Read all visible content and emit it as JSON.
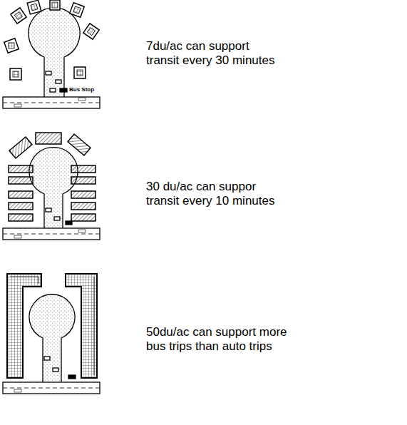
{
  "diagram": {
    "labels": [
      "Bus Stop",
      "7du/ac can support transit every 30 minutes",
      "30 du/ac can suppor transit every 10 minutes",
      "50du/ac can support more bus trips than auto trips"
    ]
  }
}
